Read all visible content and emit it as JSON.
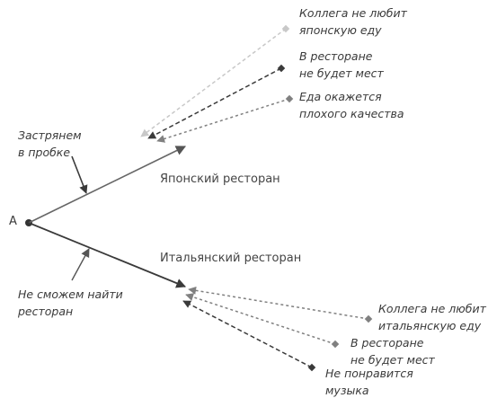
{
  "start": {
    "label": "A"
  },
  "branches": [
    {
      "label": "Японский ресторан",
      "obstacle": {
        "line1": "Застрянем",
        "line2": "в пробке"
      },
      "risks": [
        {
          "line1": "Коллега не любит",
          "line2": "японскую еду",
          "color": "#c8c8c8"
        },
        {
          "line1": "В ресторане",
          "line2": "не будет мест",
          "color": "#3a3a3a"
        },
        {
          "line1": "Еда окажется",
          "line2": "плохого качества",
          "color": "#808080"
        }
      ]
    },
    {
      "label": "Итальянский ресторан",
      "obstacle": {
        "line1": "Не сможем найти",
        "line2": "ресторан"
      },
      "risks": [
        {
          "line1": "Коллега не любит",
          "line2": "итальянскую еду",
          "color": "#808080"
        },
        {
          "line1": "В ресторане",
          "line2": "не будет мест",
          "color": "#808080"
        },
        {
          "line1": "Не понравится",
          "line2": "музыка",
          "color": "#3a3a3a"
        }
      ]
    }
  ],
  "colors": {
    "main_line": "#555555",
    "italian_line": "#3a3a3a",
    "node": "#333333"
  }
}
